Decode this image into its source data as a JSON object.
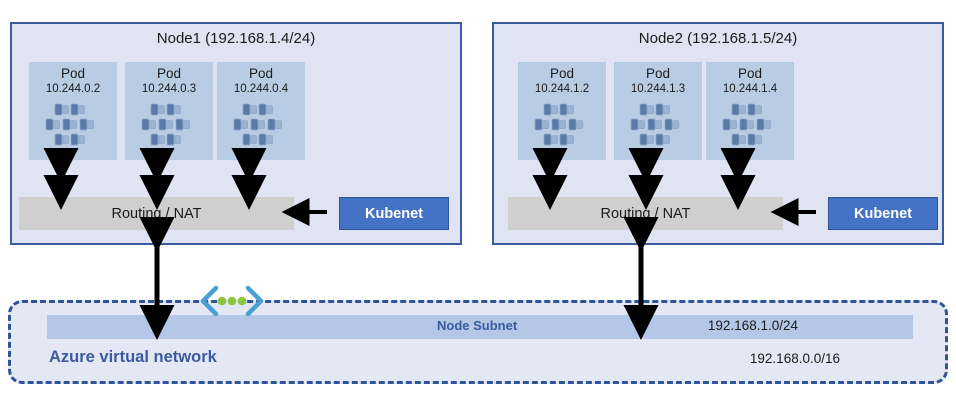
{
  "diagram": {
    "title": "Azure Kubernetes Kubenet networking diagram",
    "colors": {
      "node_fill": "#dfe3f2",
      "node_border": "#3a5ba0",
      "pod_fill": "#b8cce4",
      "routing_fill": "#cfcfcf",
      "kubenet_fill": "#4472c4",
      "vnet_fill": "#e4e8f5",
      "vnet_border": "#2f5597",
      "subnet_fill": "#b4c7e7",
      "accent_text": "#3a5ba0",
      "dot_green": "#8cc63f",
      "chevron_blue": "#4a9fd5"
    }
  },
  "nodes": [
    {
      "id": "node1",
      "title": "Node1 (192.168.1.4/24)",
      "routing_label": "Routing / NAT",
      "kubenet_label": "Kubenet",
      "pods": [
        {
          "label": "Pod",
          "ip": "10.244.0.2"
        },
        {
          "label": "Pod",
          "ip": "10.244.0.3"
        },
        {
          "label": "Pod",
          "ip": "10.244.0.4"
        }
      ]
    },
    {
      "id": "node2",
      "title": "Node2 (192.168.1.5/24)",
      "routing_label": "Routing / NAT",
      "kubenet_label": "Kubenet",
      "pods": [
        {
          "label": "Pod",
          "ip": "10.244.1.2"
        },
        {
          "label": "Pod",
          "ip": "10.244.1.3"
        },
        {
          "label": "Pod",
          "ip": "10.244.1.4"
        }
      ]
    }
  ],
  "vnet": {
    "name": "Azure virtual network",
    "cidr": "192.168.0.0/16",
    "subnet": {
      "name": "Node Subnet",
      "cidr": "192.168.1.0/24"
    },
    "icon": "network-chevron-dots-icon"
  }
}
